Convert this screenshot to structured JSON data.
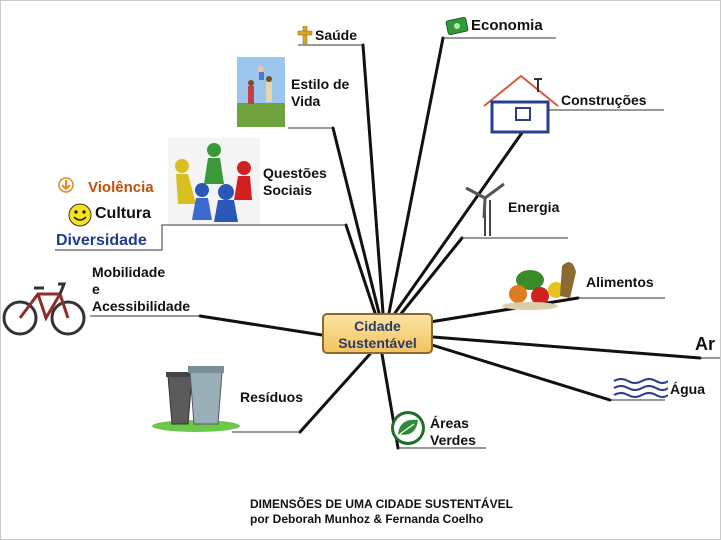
{
  "center": {
    "line1": "Cidade",
    "line2": "Sustentável"
  },
  "branches": {
    "saude": "Saúde",
    "economia": "Economia",
    "estilo_l1": "Estilo de",
    "estilo_l2": "Vida",
    "construcoes": "Construções",
    "questoes_l1": "Questões",
    "questoes_l2": "Sociais",
    "violencia": "Violência",
    "cultura": "Cultura",
    "diversidade": "Diversidade",
    "energia": "Energia",
    "mobilidade_l1": "Mobilidade",
    "mobilidade_l2": "e",
    "mobilidade_l3": "Acessibilidade",
    "alimentos": "Alimentos",
    "ar": "Ar",
    "agua": "Água",
    "residuos": "Resíduos",
    "areas_l1": "Áreas",
    "areas_l2": "Verdes"
  },
  "footer": {
    "title": "DIMENSÕES DE UMA CIDADE SUSTENTÁVEL",
    "authors": "por Deborah Munhoz & Fernanda Coelho"
  },
  "colors": {
    "violencia": "#c0500c",
    "diversidade": "#243a8c",
    "center_fill": "#f6cd6d"
  }
}
